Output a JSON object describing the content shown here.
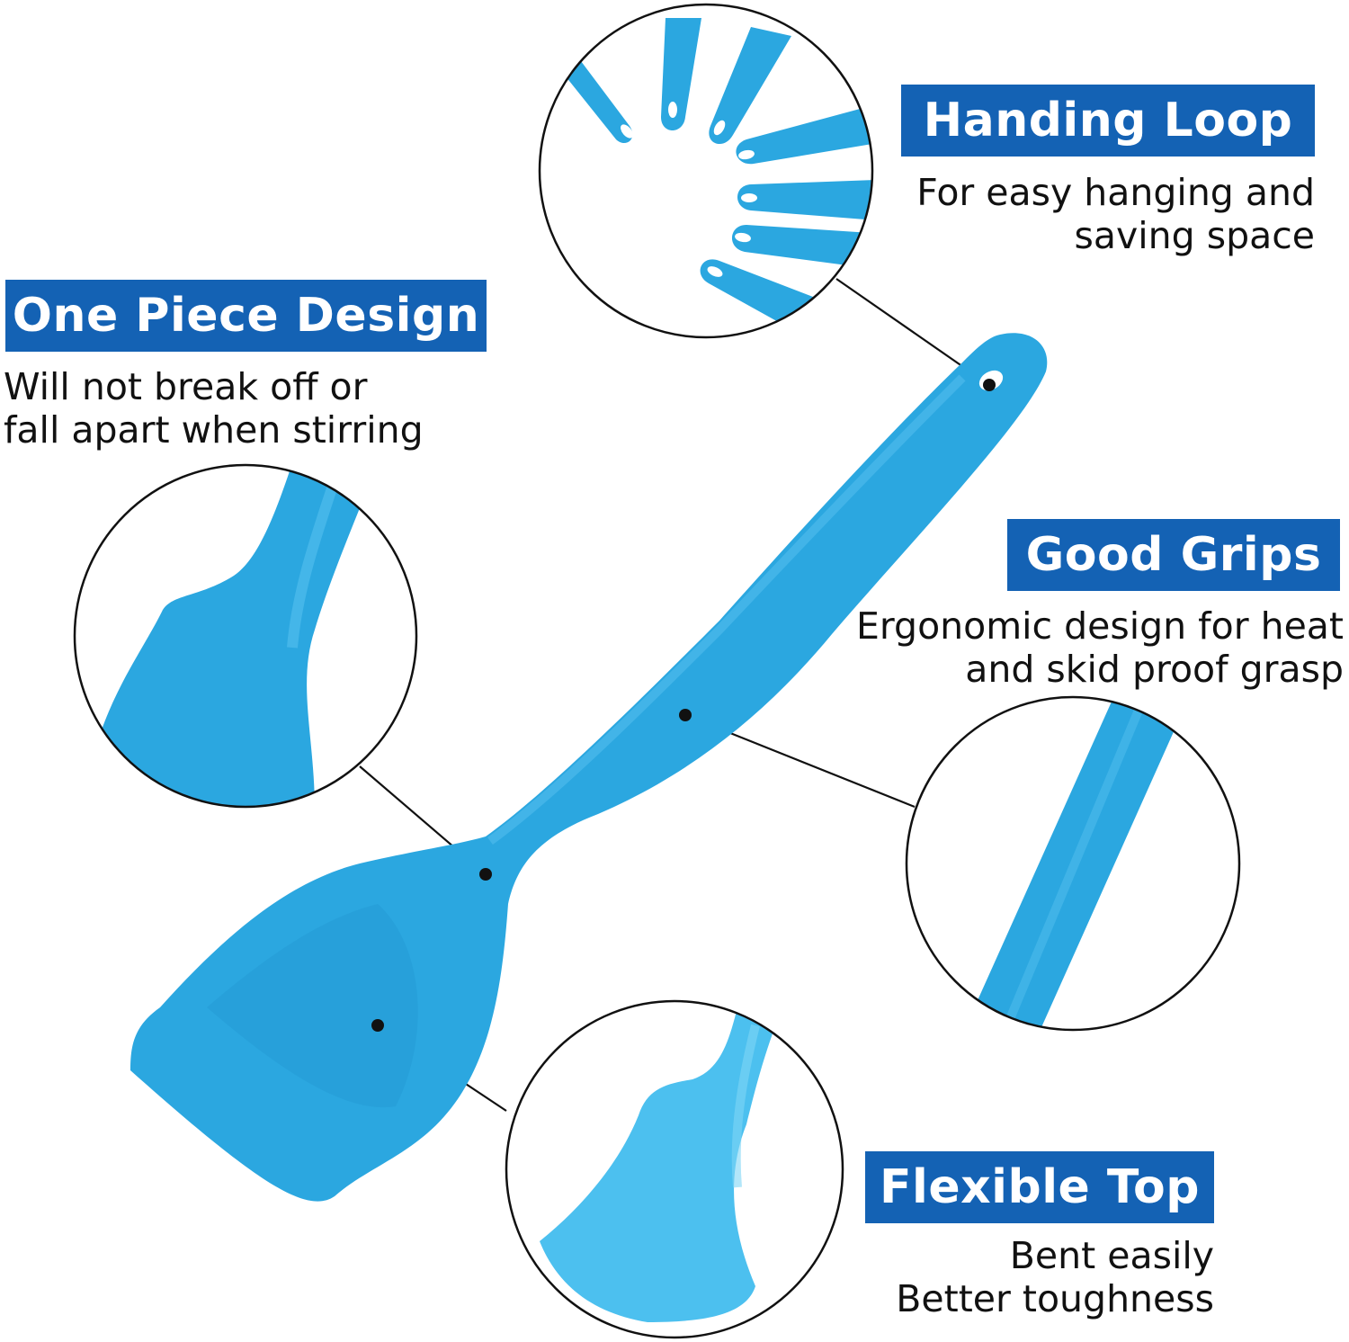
{
  "features": {
    "hanging_loop": {
      "title": "Handing Loop",
      "line1": "For easy hanging and",
      "line2": "saving space"
    },
    "one_piece": {
      "title": "One Piece Design",
      "line1": "Will not break off or",
      "line2": "fall apart when stirring"
    },
    "good_grips": {
      "title": "Good Grips",
      "line1": "Ergonomic design for heat",
      "line2": "and skid proof grasp"
    },
    "flexible_top": {
      "title": "Flexible Top",
      "line1": "Bent easily",
      "line2": "Better toughness"
    }
  },
  "colors": {
    "badge": "#1462b4",
    "spatula": "#2ba7e0",
    "spatula_dark": "#1d8fc8",
    "text": "#111111"
  }
}
